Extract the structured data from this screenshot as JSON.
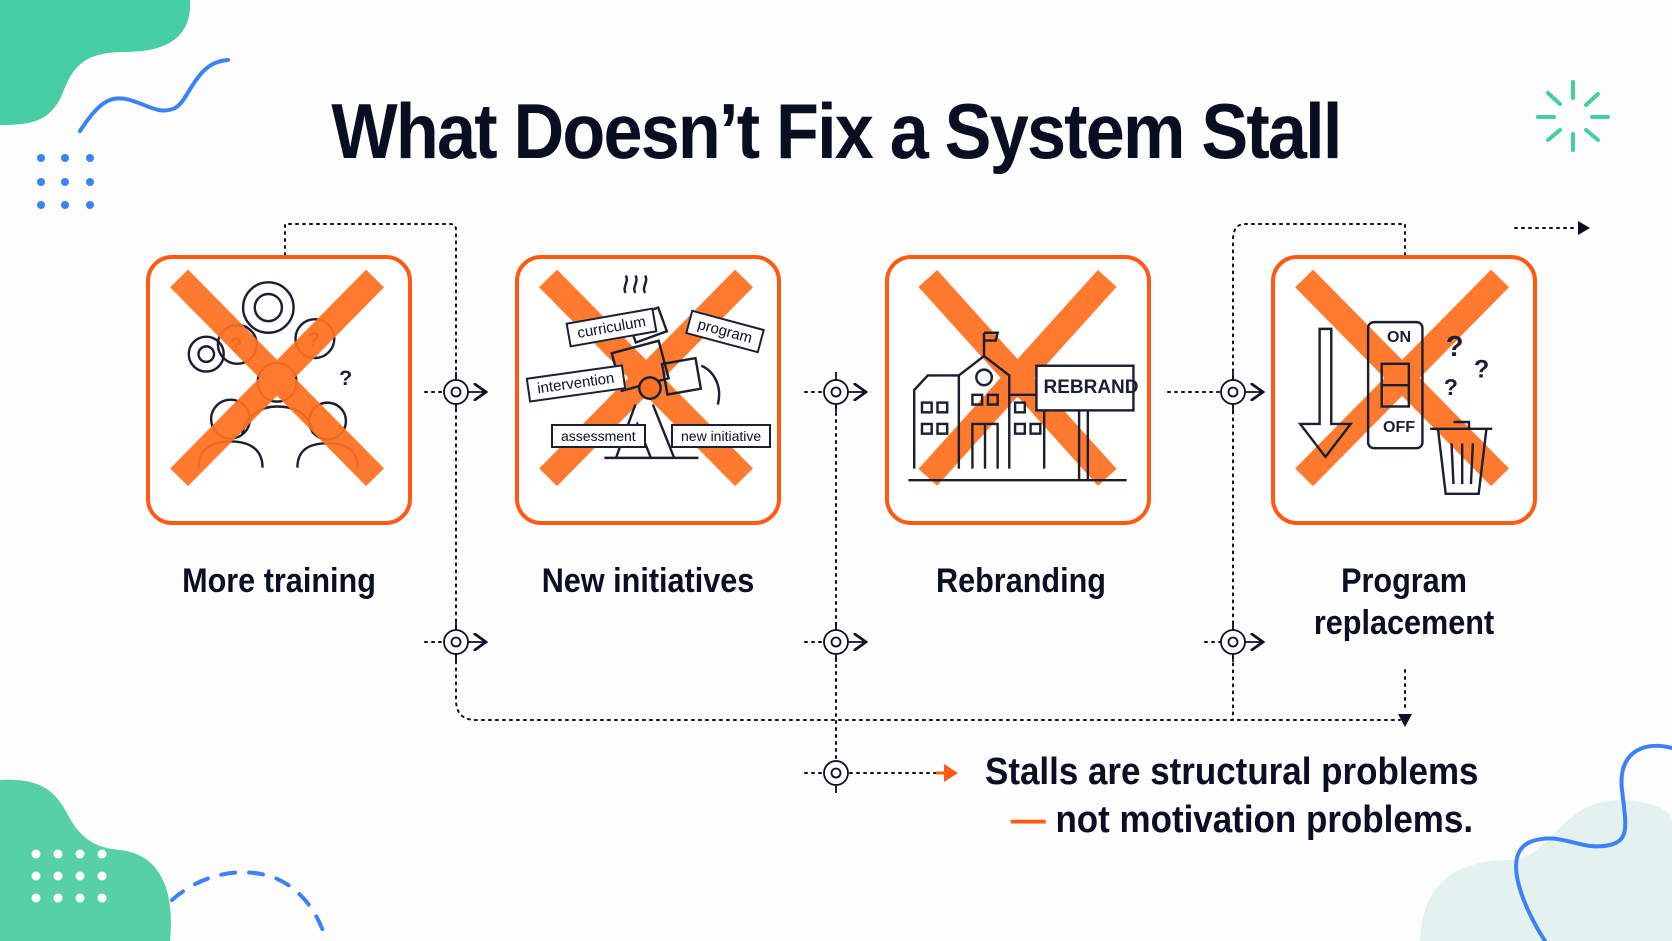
{
  "title": "What Doesn’t Fix a System Stall",
  "colors": {
    "accent_orange": "#ff5a14",
    "cross_orange": "#ff7020",
    "ink": "#0b0f24",
    "teal": "#46cda3",
    "blue": "#3b82f6",
    "pale_teal": "#e3f2ef"
  },
  "cards": [
    {
      "label": "More training",
      "icon": "confused-people-with-gears-icon",
      "speech_marks": [
        "?",
        "?",
        "?"
      ]
    },
    {
      "label": "New initiatives",
      "icon": "overloaded-person-with-boxes-icon",
      "tags": [
        "curriculum",
        "program",
        "intervention",
        "assessment",
        "new initiative"
      ]
    },
    {
      "label": "Rebranding",
      "icon": "school-building-with-sign-icon",
      "sign_text": "REBRAND"
    },
    {
      "label_line1": "Program",
      "label_line2": "replacement",
      "icon": "switch-arrow-trash-icon",
      "switch_on": "ON",
      "switch_off": "OFF",
      "marks": [
        "?",
        "?",
        "?"
      ]
    }
  ],
  "takeaway": {
    "line1": "Stalls are structural problems",
    "dash": "—",
    "line2": "not motivation problems."
  }
}
